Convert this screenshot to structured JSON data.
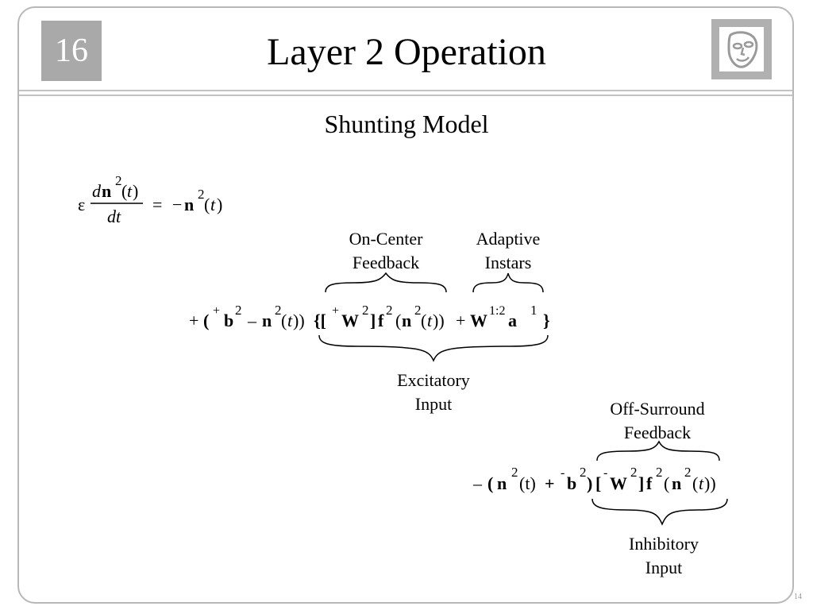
{
  "slide": {
    "chapter_number": "16",
    "title": "Layer 2 Operation",
    "subtitle": "Shunting Model",
    "page_number": "14"
  },
  "labels": {
    "on_center": [
      "On-Center",
      "Feedback"
    ],
    "adaptive": [
      "Adaptive",
      "Instars"
    ],
    "excitatory": [
      "Excitatory",
      "Input"
    ],
    "off_surround": [
      "Off-Surround",
      "Feedback"
    ],
    "inhibitory": [
      "Inhibitory",
      "Input"
    ]
  },
  "logo": {
    "icon": "face-mask-icon"
  },
  "colors": {
    "box_gray": "#a9a9a9",
    "frame_gray": "#b8b8b8"
  }
}
